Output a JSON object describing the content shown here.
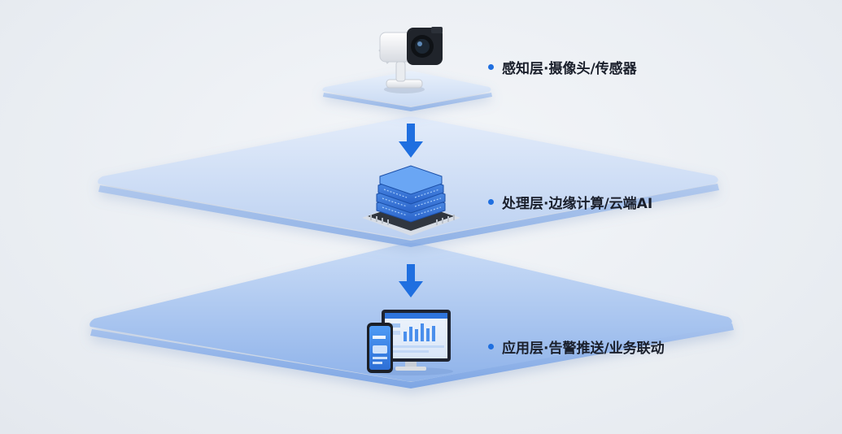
{
  "colors": {
    "accent": "#1f6fe0",
    "arrow": "#1f6fe0",
    "label_text": "#1a1f2b"
  },
  "layers": [
    {
      "label": "感知层·摄像头/传感器",
      "icon": "security-camera-icon"
    },
    {
      "label": "处理层·边缘计算/云端AI",
      "icon": "chip-server-stack-icon"
    },
    {
      "label": "应用层·告警推送/业务联动",
      "icon": "phone-and-monitor-dashboard-icon"
    }
  ]
}
